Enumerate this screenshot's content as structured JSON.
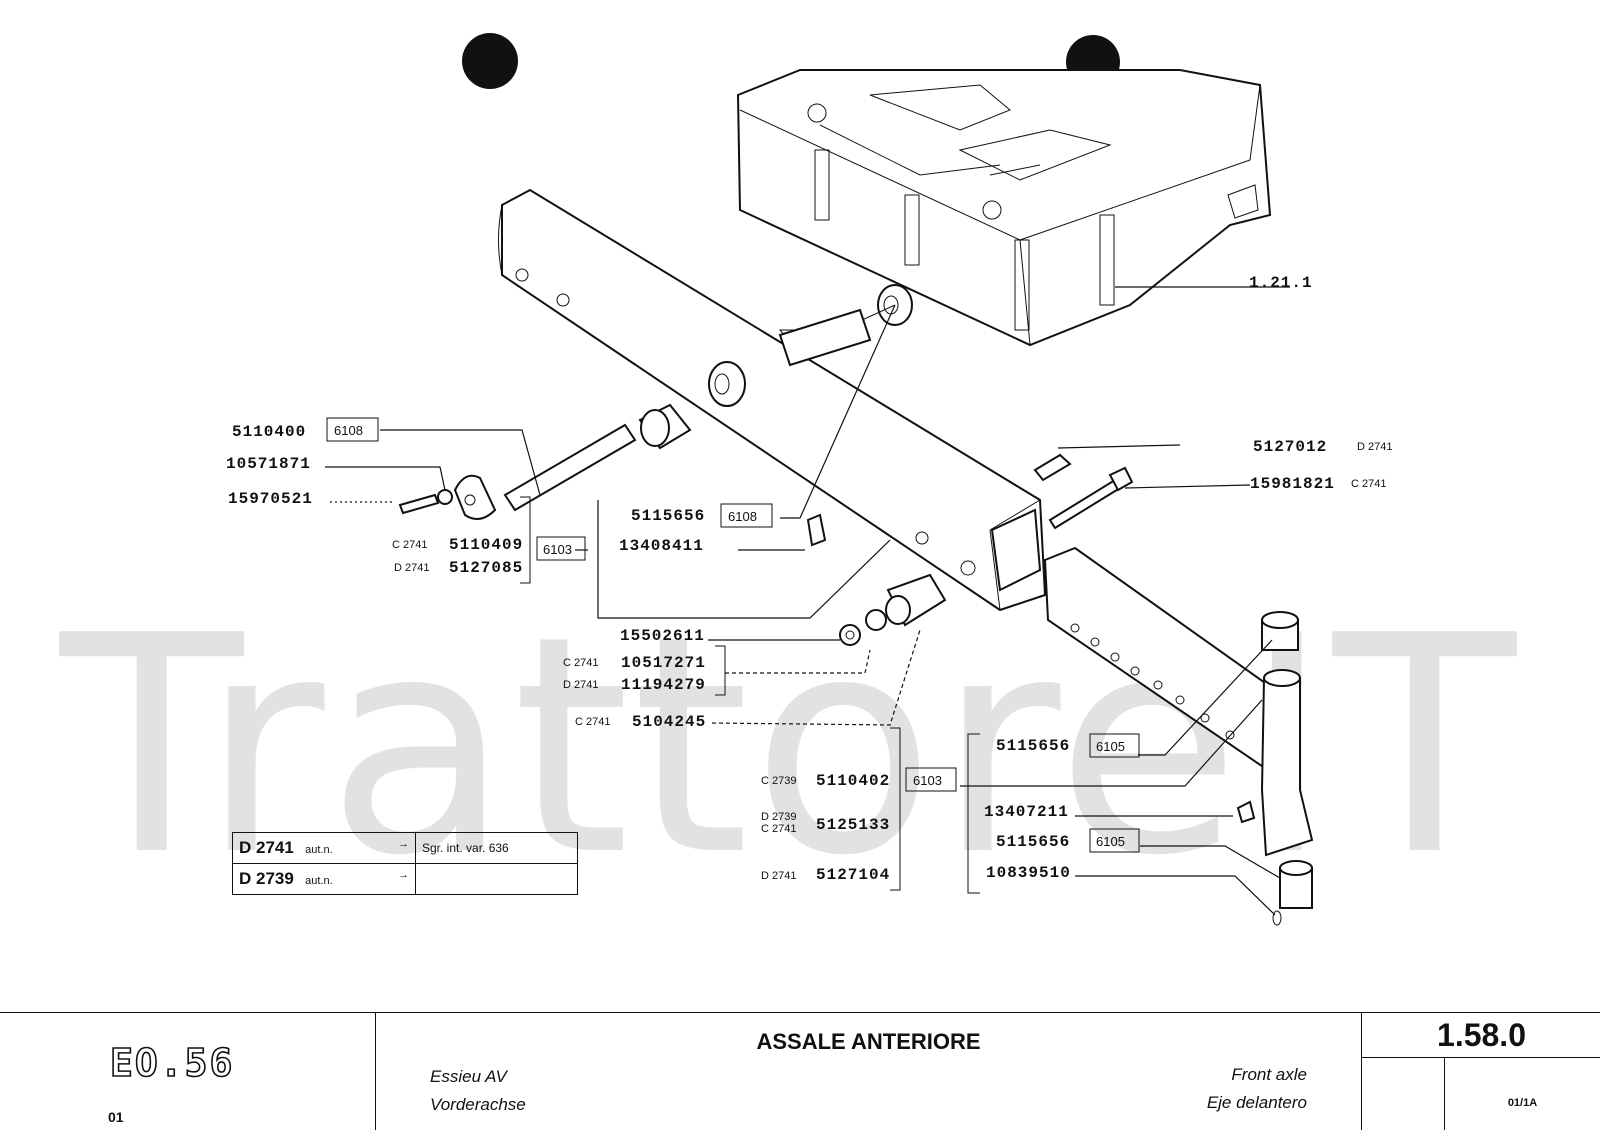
{
  "watermark": "TrattoreIT",
  "callouts": {
    "c1": {
      "pn": "5110400",
      "ref": "6108"
    },
    "c2": {
      "pn": "10571871"
    },
    "c3": {
      "pn": "15970521"
    },
    "c4": {
      "pre": "C 2741",
      "pn": "5110409",
      "ref": "6103"
    },
    "c5": {
      "pre": "D 2741",
      "pn": "5127085"
    },
    "c6": {
      "pn": "5115656",
      "ref": "6108"
    },
    "c7": {
      "pn": "13408411"
    },
    "c8": {
      "pn": "15502611"
    },
    "c9": {
      "pre": "C 2741",
      "pn": "10517271"
    },
    "c10": {
      "pre": "D 2741",
      "pn": "11194279"
    },
    "c11": {
      "pre": "C 2741",
      "pn": "5104245"
    },
    "c12": {
      "pn": "5127012",
      "post": "D 2741"
    },
    "c13": {
      "pn": "15981821",
      "post": "C 2741"
    },
    "c14": {
      "pn": "1.21.1"
    },
    "c15": {
      "pn": "5115656",
      "ref": "6105"
    },
    "c16": {
      "pre": "C 2739",
      "pn": "5110402",
      "ref": "6103"
    },
    "c17": {
      "pre1": "D 2739",
      "pre2": "C 2741",
      "pn": "5125133"
    },
    "c18": {
      "pre": "D 2741",
      "pn": "5127104"
    },
    "c19": {
      "pn": "13407211"
    },
    "c20": {
      "pn": "5115656",
      "ref": "6105"
    },
    "c21": {
      "pn": "10839510"
    }
  },
  "variant_table": [
    {
      "code": "D 2741",
      "aut": "aut.n.",
      "arrow": "→",
      "note": "Sgr. int. var. 636"
    },
    {
      "code": "D 2739",
      "aut": "aut.n.",
      "arrow": "→",
      "note": ""
    }
  ],
  "title_block": {
    "logo": "EO.56",
    "logo_sub": "01",
    "title": "ASSALE ANTERIORE",
    "fr": "Essieu AV",
    "de": "Vorderachse",
    "en": "Front axle",
    "es": "Eje delantero",
    "page": "1.58.0",
    "revision": "01/1A"
  }
}
